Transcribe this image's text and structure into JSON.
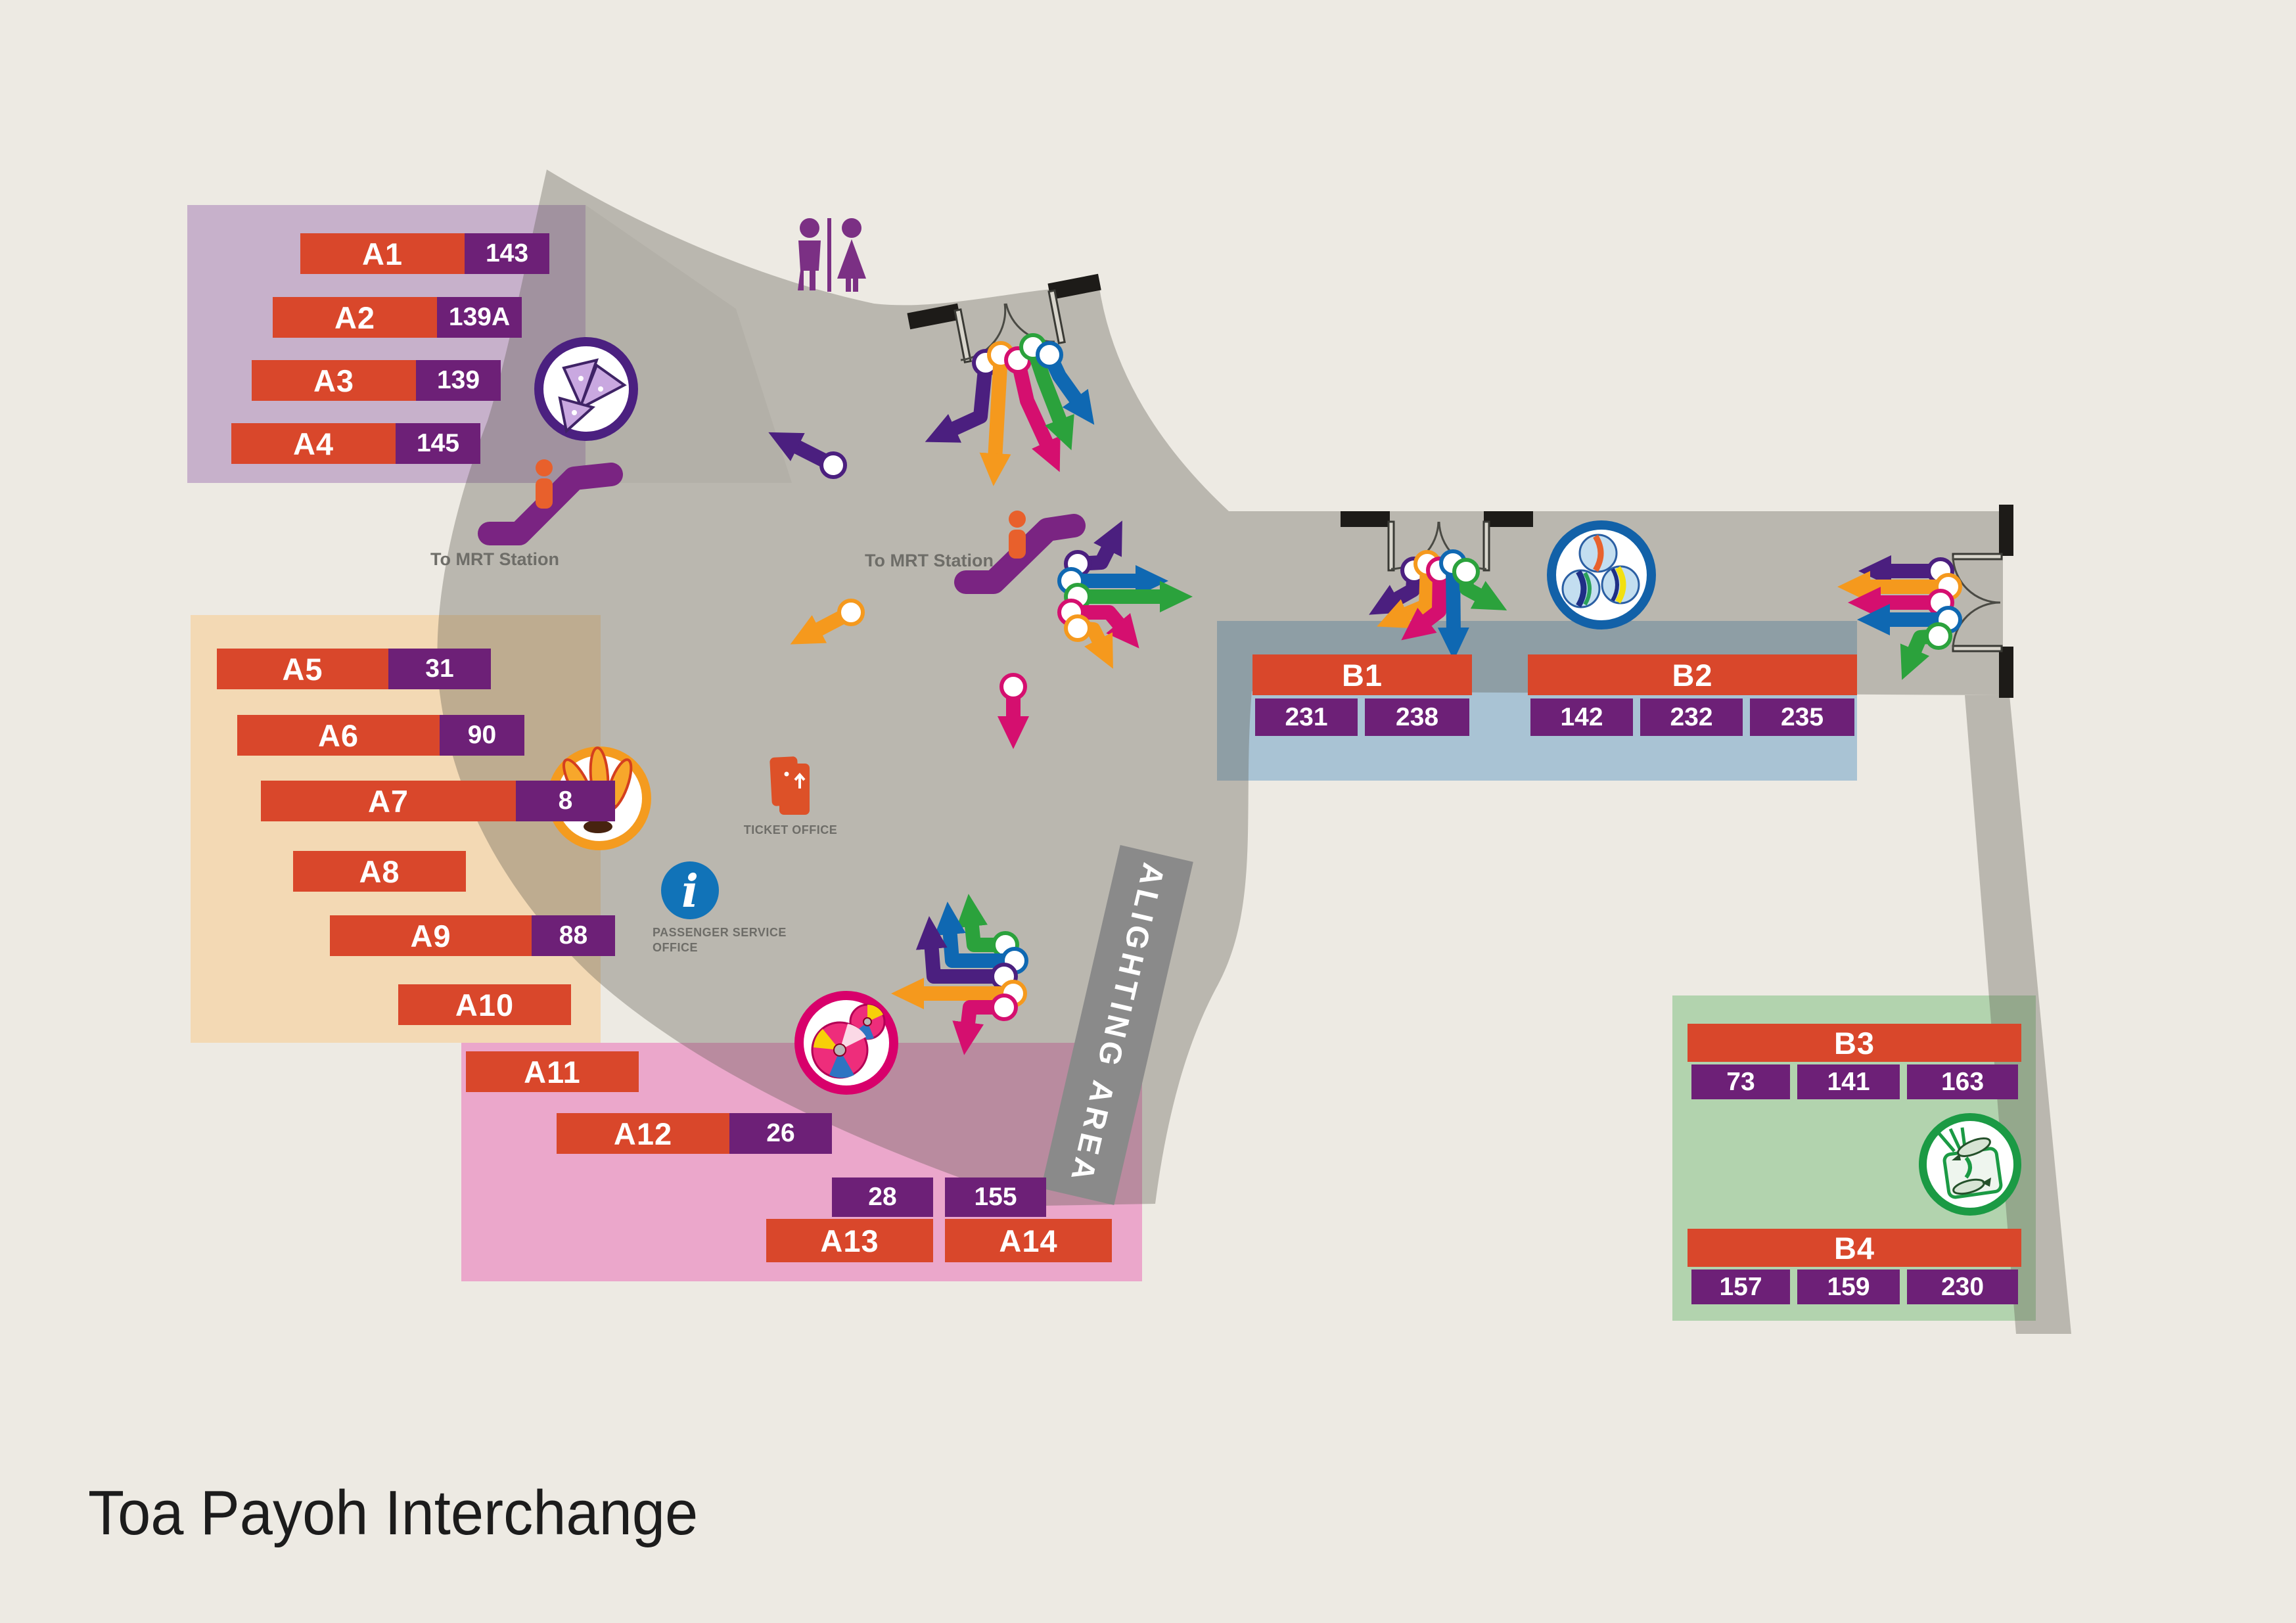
{
  "title": "Toa Payoh Interchange",
  "labels": {
    "to_mrt_station": "To MRT Station",
    "ticket_office": "TICKET OFFICE",
    "passenger_service_office": "PASSENGER SERVICE OFFICE",
    "alighting_area": "ALIGHTING AREA"
  },
  "berths": [
    {
      "id": "A1",
      "services": [
        "143"
      ]
    },
    {
      "id": "A2",
      "services": [
        "139A"
      ]
    },
    {
      "id": "A3",
      "services": [
        "139"
      ]
    },
    {
      "id": "A4",
      "services": [
        "145"
      ]
    },
    {
      "id": "A5",
      "services": [
        "31"
      ]
    },
    {
      "id": "A6",
      "services": [
        "90"
      ]
    },
    {
      "id": "A7",
      "services": [
        "8"
      ]
    },
    {
      "id": "A8",
      "services": []
    },
    {
      "id": "A9",
      "services": [
        "88"
      ]
    },
    {
      "id": "A10",
      "services": []
    },
    {
      "id": "A11",
      "services": []
    },
    {
      "id": "A12",
      "services": [
        "26"
      ]
    },
    {
      "id": "A13",
      "services": [
        "28"
      ]
    },
    {
      "id": "A14",
      "services": [
        "155"
      ]
    },
    {
      "id": "B1",
      "services": [
        "231",
        "238"
      ]
    },
    {
      "id": "B2",
      "services": [
        "142",
        "232",
        "235"
      ]
    },
    {
      "id": "B3",
      "services": [
        "73",
        "141",
        "163"
      ]
    },
    {
      "id": "B4",
      "services": [
        "157",
        "159",
        "230"
      ]
    }
  ],
  "zones": [
    {
      "id": "zone-a1-a4",
      "color": "#c7b1cb",
      "berth_ids": [
        "A1",
        "A2",
        "A3",
        "A4"
      ]
    },
    {
      "id": "zone-a5-a10",
      "color": "#f3d9b4",
      "berth_ids": [
        "A5",
        "A6",
        "A7",
        "A8",
        "A9",
        "A10"
      ]
    },
    {
      "id": "zone-a11-a14",
      "color": "#eba7cb",
      "berth_ids": [
        "A11",
        "A12",
        "A13",
        "A14"
      ]
    },
    {
      "id": "zone-b1-b2",
      "color": "#a9c3d4",
      "berth_ids": [
        "B1",
        "B2"
      ]
    },
    {
      "id": "zone-b3-b4",
      "color": "#b2d3ae",
      "berth_ids": [
        "B3",
        "B4"
      ]
    }
  ],
  "icons": [
    {
      "name": "restroom-icon"
    },
    {
      "name": "escalator-icon-west"
    },
    {
      "name": "escalator-icon-central"
    },
    {
      "name": "ticket-office-icon"
    },
    {
      "name": "info-icon"
    },
    {
      "name": "dumplings-badge-icon"
    },
    {
      "name": "chapteh-badge-icon"
    },
    {
      "name": "paper-ball-badge-icon"
    },
    {
      "name": "marbles-badge-icon"
    },
    {
      "name": "fish-bag-badge-icon"
    },
    {
      "name": "entrance-door-icon-north"
    },
    {
      "name": "entrance-door-icon-central"
    },
    {
      "name": "entrance-door-icon-east"
    }
  ],
  "colors": {
    "background": "#edeae3",
    "concourse_gray": "#b5b2a7",
    "berth_red": "#d9472b",
    "service_purple": "#6d2077",
    "arrow_purple": "#4b1f7f",
    "arrow_orange": "#f5991d",
    "arrow_pink": "#d50f6f",
    "arrow_blue": "#0f68b2",
    "arrow_green": "#2ba23c",
    "label_gray": "#6e6d68",
    "alighting_bar_gray": "#8a8a8a",
    "restroom_purple": "#7b3084",
    "escalator_purple": "#7a2482",
    "person_orange": "#e8602c",
    "info_blue": "#1173b8"
  }
}
